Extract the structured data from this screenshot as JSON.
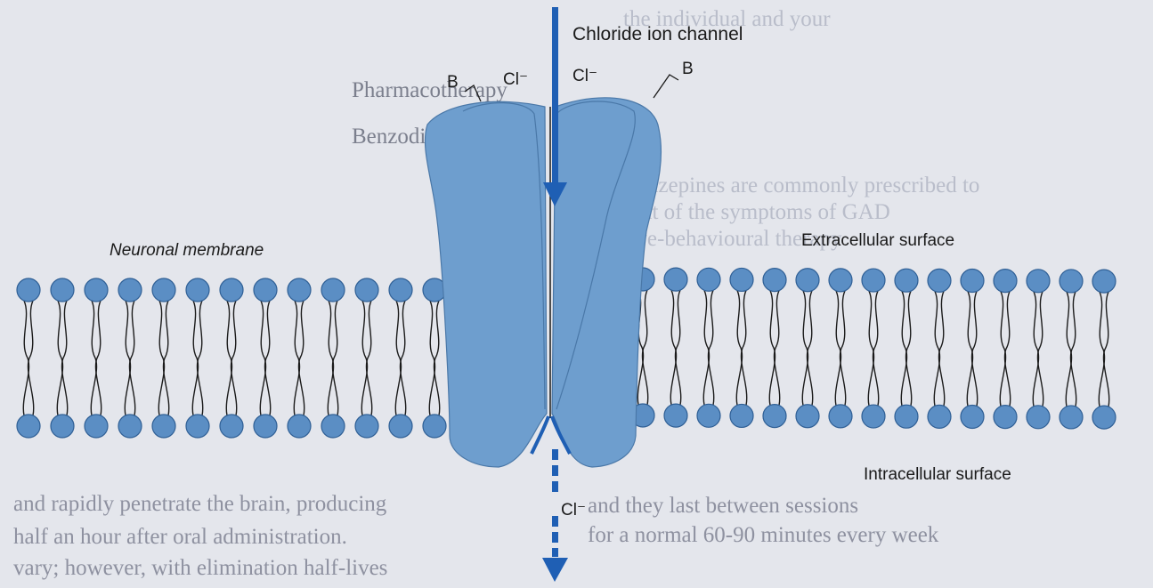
{
  "diagram": {
    "labels": {
      "chloride_channel": "Chloride ion channel",
      "neuronal_membrane": "Neuronal membrane",
      "extracellular_surface": "Extracellular surface",
      "intracellular_surface": "Intracellular surface",
      "binding_site_left": "B",
      "binding_site_right": "B",
      "chloride_ion_left": "Cl⁻",
      "chloride_ion_right": "Cl⁻",
      "chloride_ion_bottom": "Cl⁻"
    },
    "colors": {
      "phospholipid_head": "#5b8ec4",
      "channel_protein": "#6e9ece",
      "arrow": "#1f5fb4",
      "background": "#e4e6ec"
    }
  },
  "background_text": [
    "the individual and your",
    "Pharmacotherapy",
    "Benzodiazepines",
    "Benzodiazepines are commonly prescribed to",
    "treatment of the symptoms of GAD",
    "cognitive-behavioural therapy",
    "and rapidly penetrate the brain, producing",
    "half an hour after oral administration.",
    "vary; however, with elimination half-lives",
    "and they last between sessions",
    "for a normal 60-90 minutes every week"
  ]
}
